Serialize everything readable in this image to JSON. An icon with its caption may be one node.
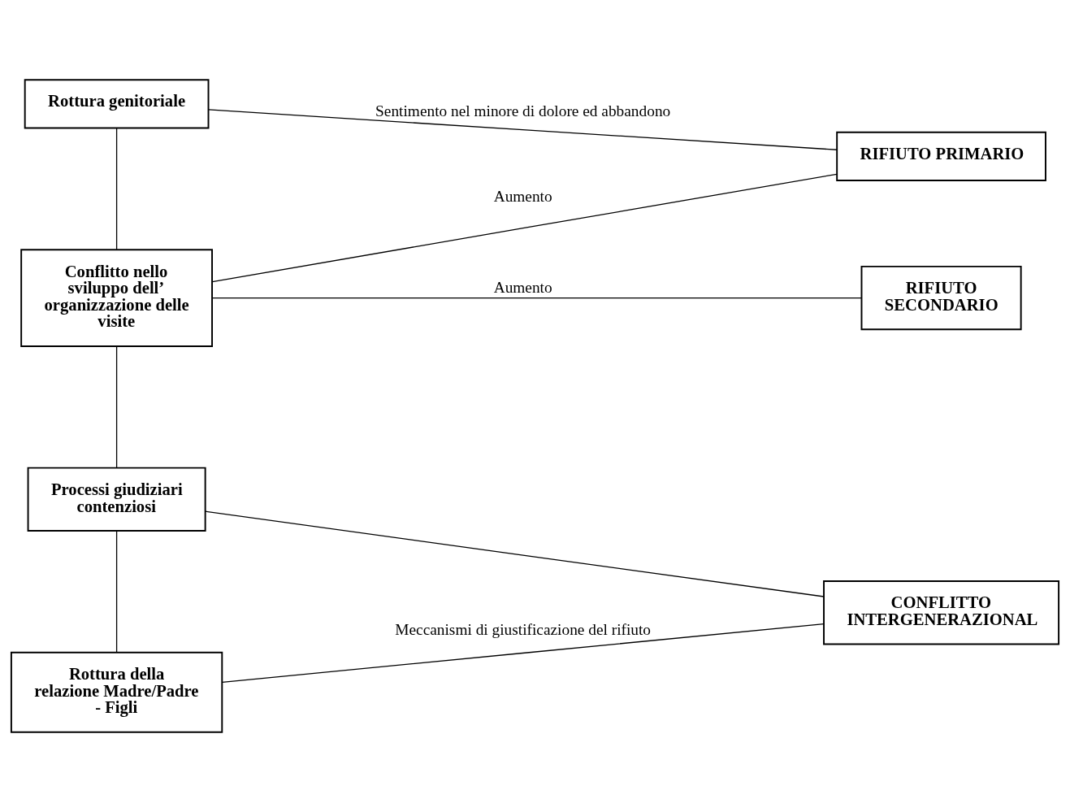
{
  "diagram": {
    "nodes": [
      {
        "text": [
          "Rottura genitoriale"
        ]
      },
      {
        "text": [
          "RIFIUTO PRIMARIO"
        ]
      },
      {
        "text": [
          "Conflitto nello sviluppo dell’ organizzazione delle visite"
        ]
      },
      {
        "text": [
          "RIFIUTO SECONDARIO"
        ]
      },
      {
        "text": [
          "Processi giudiziari contenziosi"
        ]
      },
      {
        "text": [
          "CONFLITTO INTERGENERAZIONAL"
        ]
      },
      {
        "text": [
          "Rottura della relazione Madre/Padre - Figli"
        ]
      }
    ],
    "edges": [
      {
        "from": 0,
        "to": 2,
        "arrow": "none"
      },
      {
        "from": 2,
        "to": 4,
        "arrow": "none"
      },
      {
        "from": 4,
        "to": 6,
        "arrow": "none"
      },
      {
        "from": 0,
        "to": 1,
        "arrow": "none",
        "label": "Sentimento nel minore di dolore ed abbandono"
      },
      {
        "from": 2,
        "to": 1,
        "arrow": "none",
        "label": "Aumento"
      },
      {
        "from": 2,
        "to": 3,
        "arrow": "none",
        "label": "Aumento"
      },
      {
        "from": 4,
        "to": 5,
        "arrow": "none"
      },
      {
        "from": 5,
        "to": 6,
        "arrow": "none",
        "label": "Meccanismi di giustificazione del rifiuto"
      }
    ]
  }
}
